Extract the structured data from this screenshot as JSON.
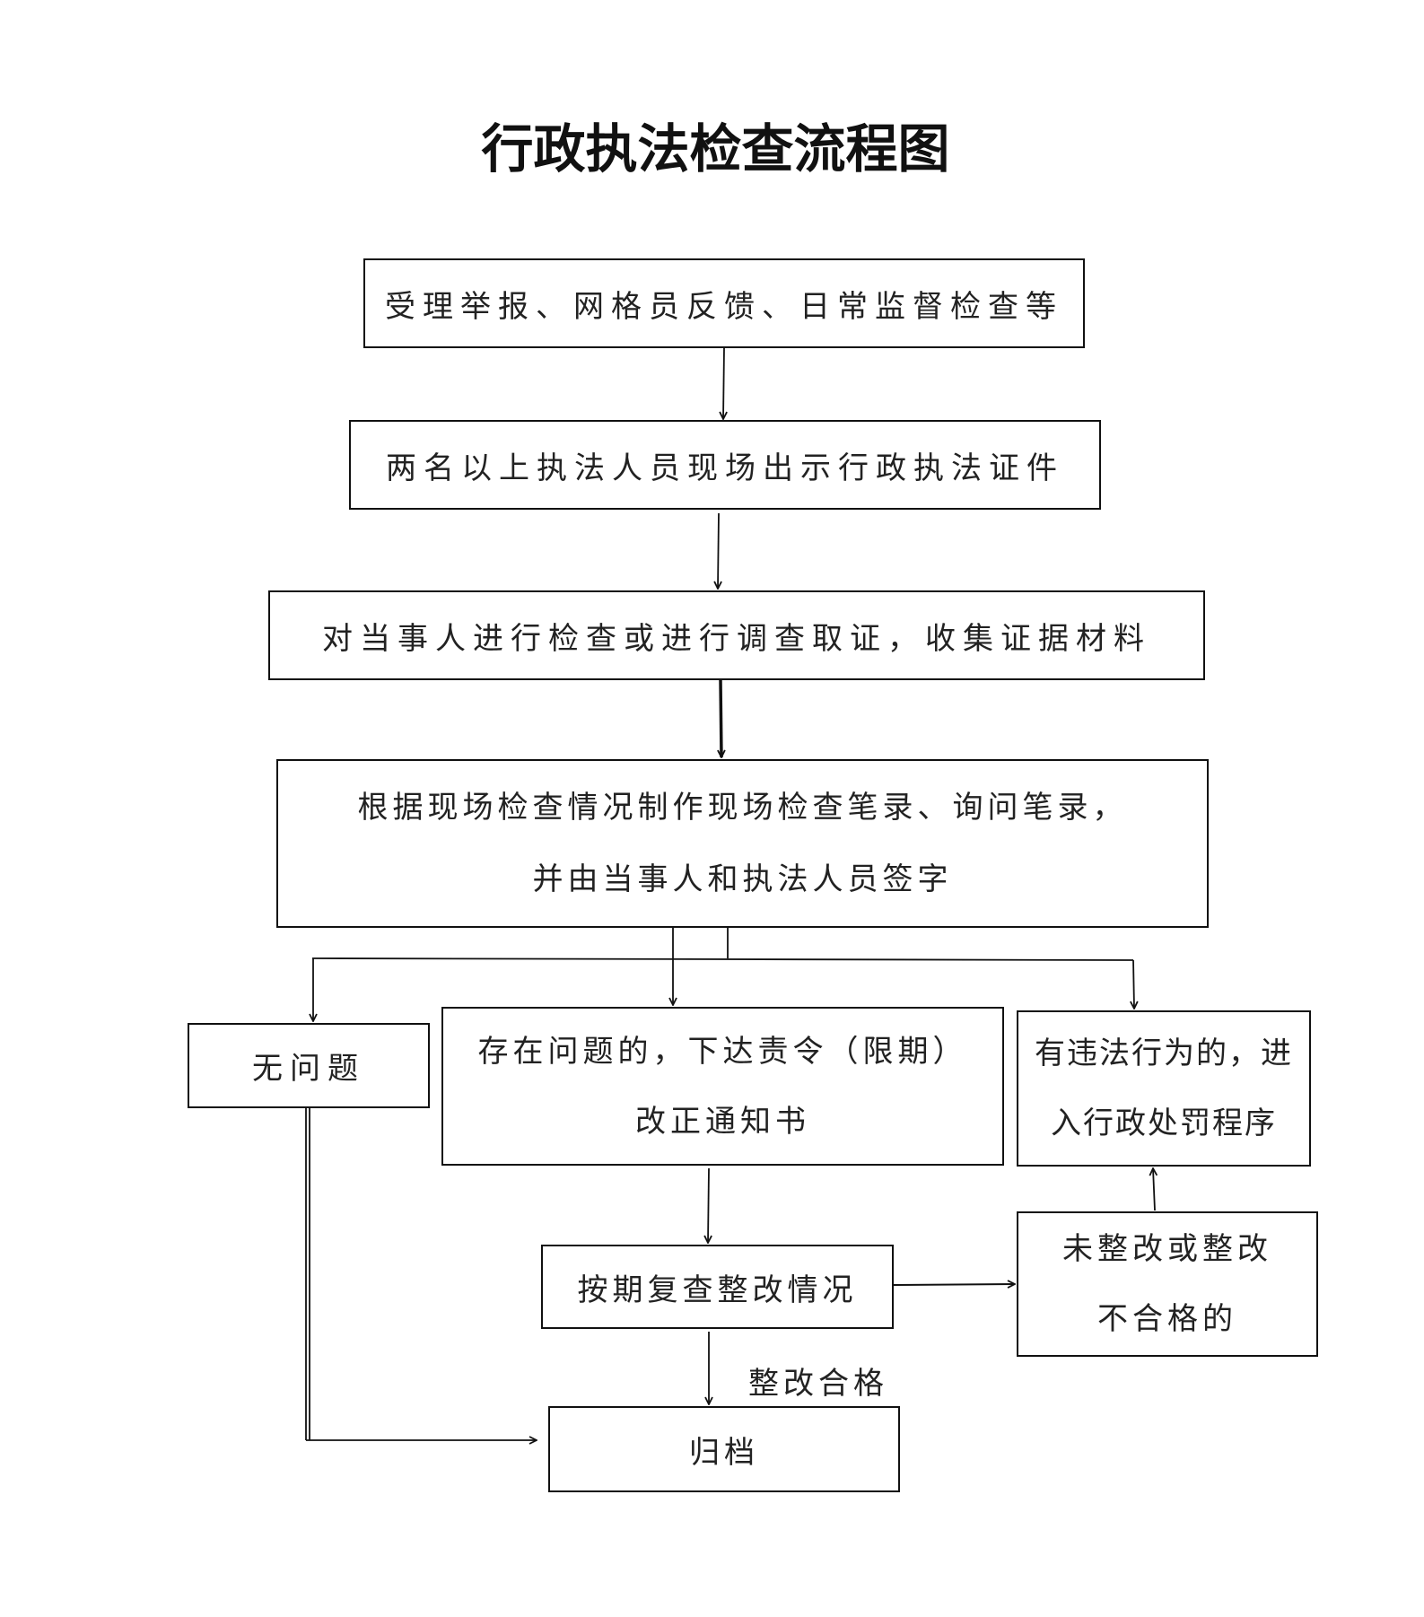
{
  "title": "行政执法检查流程图",
  "nodes": {
    "intake": {
      "lines": [
        "受理举报、网格员反馈、日常监督检查等"
      ]
    },
    "present_credentials": {
      "lines": [
        "两名以上执法人员现场出示行政执法证件"
      ]
    },
    "investigate": {
      "lines": [
        "对当事人进行检查或进行调查取证，收集证据材料"
      ]
    },
    "record": {
      "lines": [
        "根据现场检查情况制作现场检查笔录、询问笔录，",
        "并由当事人和执法人员签字"
      ]
    },
    "no_issue": {
      "lines": [
        "无问题"
      ]
    },
    "has_issue": {
      "lines": [
        "存在问题的，下达责令（限期）",
        "改正通知书"
      ]
    },
    "violation": {
      "lines": [
        "有违法行为的，进",
        "入行政处罚程序"
      ]
    },
    "recheck": {
      "lines": [
        "按期复查整改情况"
      ]
    },
    "not_rectified": {
      "lines": [
        "未整改或整改",
        "不合格的"
      ]
    },
    "archive": {
      "lines": [
        "归档"
      ]
    }
  },
  "edge_labels": {
    "rectified_ok": "整改合格"
  },
  "edges": [
    {
      "from": "intake",
      "to": "present_credentials"
    },
    {
      "from": "present_credentials",
      "to": "investigate"
    },
    {
      "from": "investigate",
      "to": "record"
    },
    {
      "from": "record",
      "to": "no_issue"
    },
    {
      "from": "record",
      "to": "has_issue"
    },
    {
      "from": "record",
      "to": "violation"
    },
    {
      "from": "has_issue",
      "to": "recheck"
    },
    {
      "from": "recheck",
      "to": "not_rectified"
    },
    {
      "from": "not_rectified",
      "to": "violation"
    },
    {
      "from": "recheck",
      "to": "archive",
      "label": "整改合格"
    },
    {
      "from": "no_issue",
      "to": "archive"
    }
  ],
  "colors": {
    "stroke": "#111111",
    "text": "#222222",
    "background": "#ffffff"
  }
}
